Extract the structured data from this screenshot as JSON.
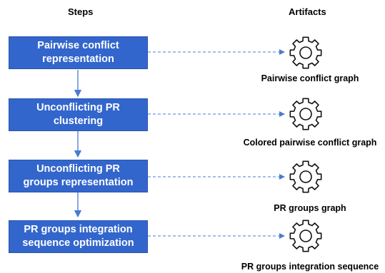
{
  "headers": {
    "steps": "Steps",
    "artifacts": "Artifacts"
  },
  "steps": [
    {
      "line1": "Pairwise conflict",
      "line2": "representation"
    },
    {
      "line1": "Unconflicting PR",
      "line2": "clustering"
    },
    {
      "line1": "Unconflicting PR",
      "line2": "groups representation"
    },
    {
      "line1": "PR groups integration",
      "line2": "sequence optimization"
    }
  ],
  "artifacts": [
    {
      "label": "Pairwise conflict graph",
      "icon": "gear-icon"
    },
    {
      "label": "Colored pairwise conflict graph",
      "icon": "gear-icon"
    },
    {
      "label": "PR groups graph",
      "icon": "gear-icon"
    },
    {
      "label": "PR groups integration sequence",
      "icon": "gear-icon"
    }
  ],
  "colors": {
    "box_fill": "#3366cc",
    "connector": "#4a7bd1",
    "gear_stroke": "#111111"
  }
}
